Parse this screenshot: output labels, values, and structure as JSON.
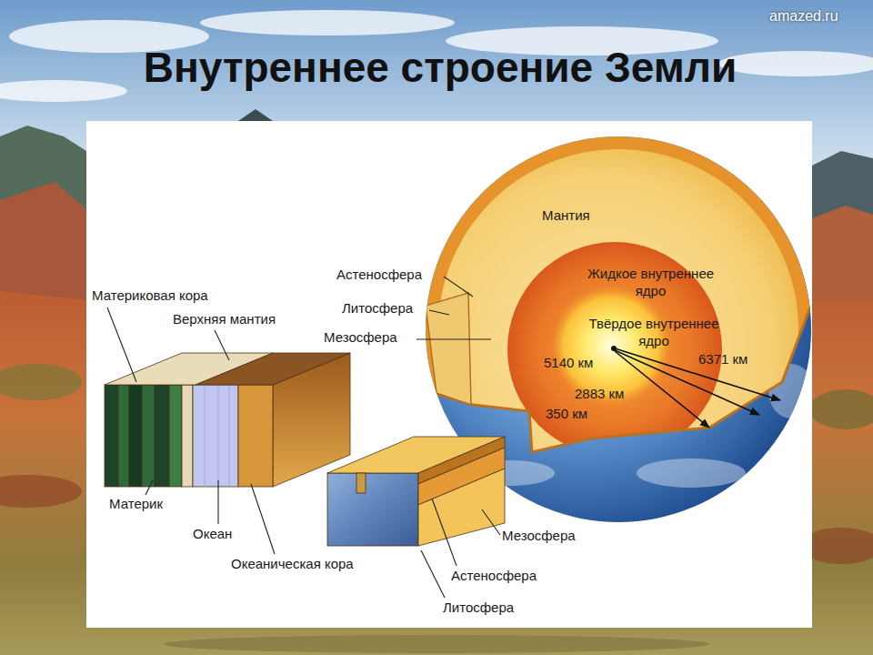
{
  "diagram": {
    "title": "Внутреннее строение Земли",
    "labels": [
      "amazed.ru",
      "Мантия",
      "Астеносфера",
      "Жидкое внутреннее ядро",
      "Литосфера",
      "Материковая кора",
      "Верхняя мантия",
      "Твёрдое внутреннее ядро",
      "Мезосфера",
      "5140 км",
      "6371 км",
      "2883 км",
      "350 км",
      "Материк",
      "Океан",
      "Мезосфера",
      "Океаническая кора",
      "Астеносфера",
      "Литосфера"
    ]
  }
}
